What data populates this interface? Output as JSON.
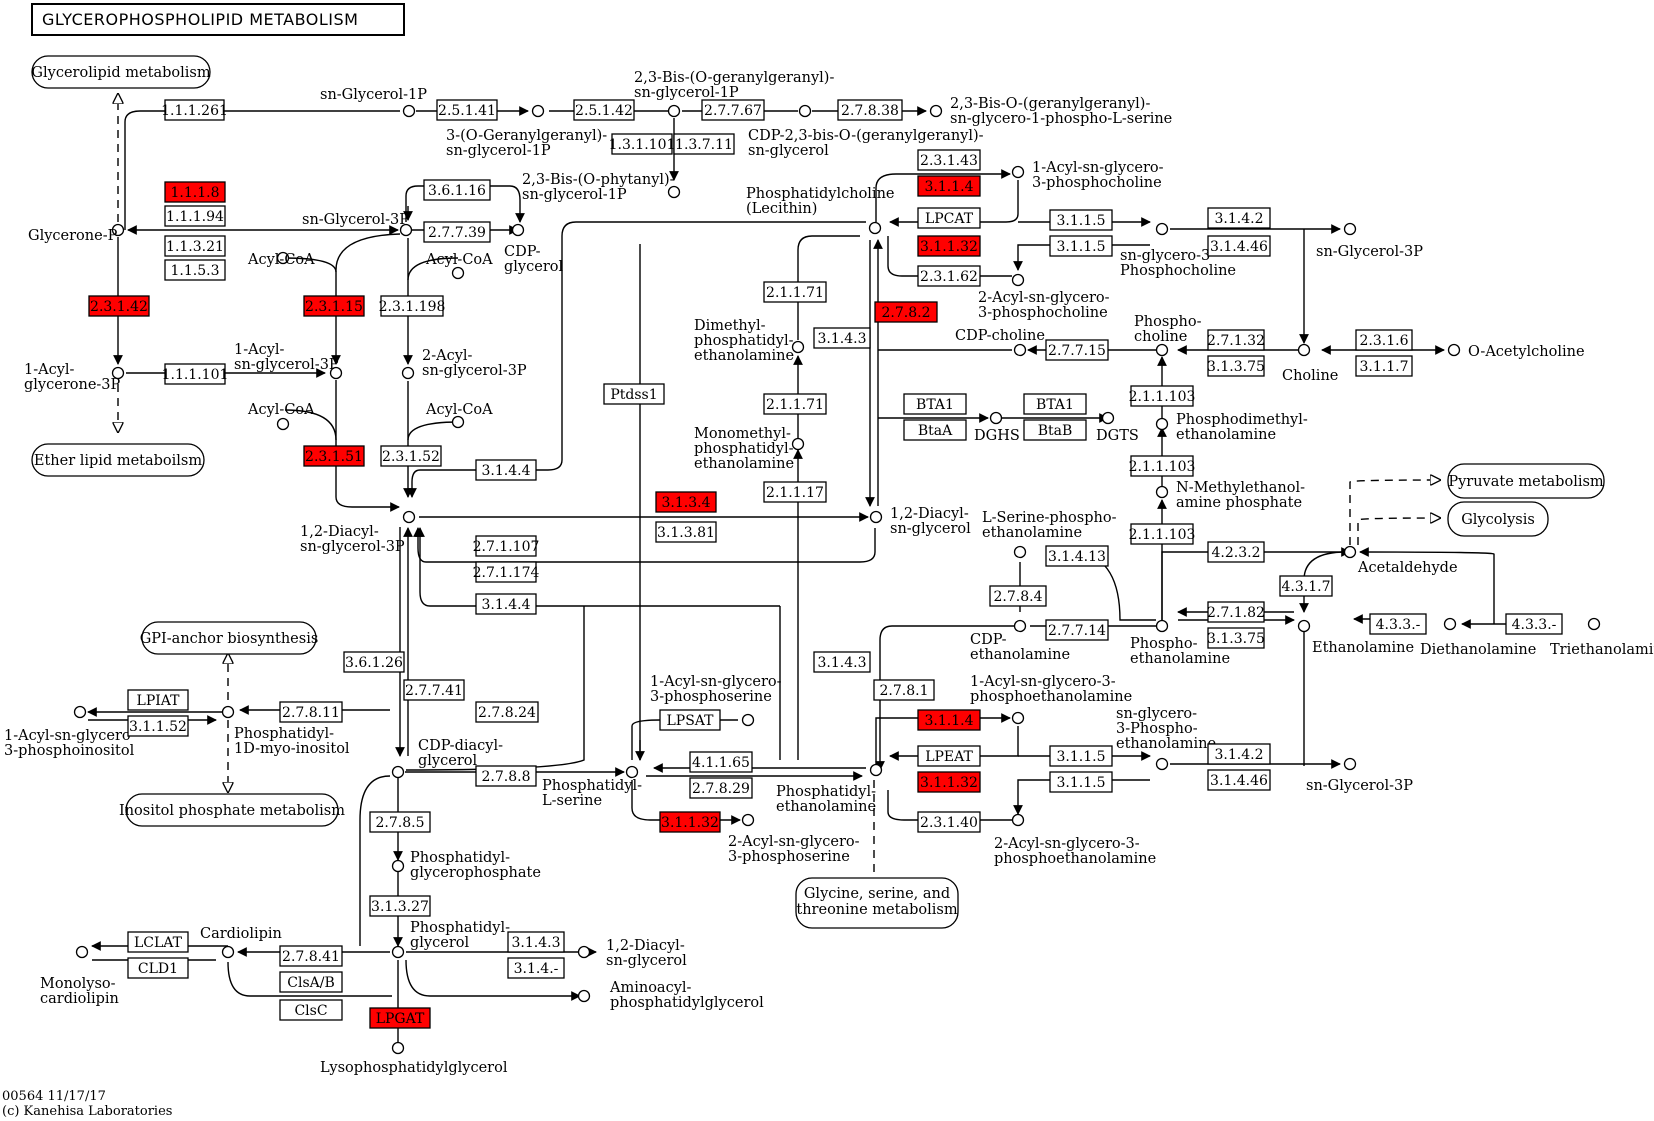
{
  "title": "GLYCEROPHOSPHOLIPID METABOLISM",
  "footer": [
    "00564 11/17/17",
    "(c) Kanehisa Laboratories"
  ],
  "colors": {
    "highlight": "#ff0000",
    "normal": "#ffffff",
    "line": "#000000"
  },
  "maps": [
    {
      "id": "glycerolipid",
      "label": "Glycerolipid metabolism"
    },
    {
      "id": "ether",
      "label": "Ether lipid metaboilsm"
    },
    {
      "id": "gpi",
      "label": "GPI-anchor biosynthesis"
    },
    {
      "id": "inositol",
      "label": "Inositol phosphate metabolism"
    },
    {
      "id": "glycine",
      "label": [
        "Glycine, serine, and",
        "threonine metabolism"
      ]
    },
    {
      "id": "pyruvate",
      "label": "Pyruvate metabolism"
    },
    {
      "id": "glycolysis",
      "label": "Glycolysis"
    }
  ],
  "enzymes": [
    {
      "id": "e1",
      "label": "1.1.1.261",
      "highlight": false
    },
    {
      "id": "e2",
      "label": "2.5.1.41",
      "highlight": false
    },
    {
      "id": "e3",
      "label": "2.5.1.42",
      "highlight": false
    },
    {
      "id": "e4",
      "label": "2.7.7.67",
      "highlight": false
    },
    {
      "id": "e5",
      "label": "2.7.8.38",
      "highlight": false
    },
    {
      "id": "e6",
      "label": "1.3.1.101",
      "highlight": false
    },
    {
      "id": "e7",
      "label": "1.3.7.11",
      "highlight": false
    },
    {
      "id": "e8",
      "label": "1.1.1.8",
      "highlight": true
    },
    {
      "id": "e9",
      "label": "1.1.1.94",
      "highlight": false
    },
    {
      "id": "e10",
      "label": "1.1.3.21",
      "highlight": false
    },
    {
      "id": "e11",
      "label": "1.1.5.3",
      "highlight": false
    },
    {
      "id": "e12",
      "label": "3.6.1.16",
      "highlight": false
    },
    {
      "id": "e13",
      "label": "2.7.7.39",
      "highlight": false
    },
    {
      "id": "e14",
      "label": "2.3.1.42",
      "highlight": true
    },
    {
      "id": "e15",
      "label": "2.3.1.15",
      "highlight": true
    },
    {
      "id": "e16",
      "label": "2.3.1.198",
      "highlight": false
    },
    {
      "id": "e17",
      "label": "1.1.1.101",
      "highlight": false
    },
    {
      "id": "e18",
      "label": "2.3.1.51",
      "highlight": true
    },
    {
      "id": "e19",
      "label": "2.3.1.52",
      "highlight": false
    },
    {
      "id": "e20",
      "label": "3.1.4.4",
      "highlight": false
    },
    {
      "id": "e21",
      "label": "2.3.1.43",
      "highlight": false
    },
    {
      "id": "e22",
      "label": "3.1.1.4",
      "highlight": true
    },
    {
      "id": "e23",
      "label": "LPCAT",
      "highlight": false
    },
    {
      "id": "e24",
      "label": "3.1.1.32",
      "highlight": true
    },
    {
      "id": "e25",
      "label": "2.3.1.62",
      "highlight": false
    },
    {
      "id": "e26",
      "label": "3.1.1.5",
      "highlight": false
    },
    {
      "id": "e27",
      "label": "3.1.1.5",
      "highlight": false
    },
    {
      "id": "e28",
      "label": "3.1.4.2",
      "highlight": false
    },
    {
      "id": "e29",
      "label": "3.1.4.46",
      "highlight": false
    },
    {
      "id": "e30",
      "label": "2.1.1.71",
      "highlight": false
    },
    {
      "id": "e31",
      "label": "2.7.8.2",
      "highlight": true
    },
    {
      "id": "e32",
      "label": "3.1.4.3",
      "highlight": false
    },
    {
      "id": "e33",
      "label": "2.7.7.15",
      "highlight": false
    },
    {
      "id": "e34",
      "label": "2.7.1.32",
      "highlight": false
    },
    {
      "id": "e35",
      "label": "3.1.3.75",
      "highlight": false
    },
    {
      "id": "e36",
      "label": "2.3.1.6",
      "highlight": false
    },
    {
      "id": "e37",
      "label": "3.1.1.7",
      "highlight": false
    },
    {
      "id": "e38",
      "label": "Ptdss1",
      "highlight": false
    },
    {
      "id": "e39",
      "label": "2.1.1.71",
      "highlight": false
    },
    {
      "id": "e40",
      "label": "2.1.1.17",
      "highlight": false
    },
    {
      "id": "e41",
      "label": "BTA1",
      "highlight": false
    },
    {
      "id": "e42",
      "label": "BtaA",
      "highlight": false
    },
    {
      "id": "e43",
      "label": "BTA1",
      "highlight": false
    },
    {
      "id": "e44",
      "label": "BtaB",
      "highlight": false
    },
    {
      "id": "e45",
      "label": "2.1.1.103",
      "highlight": false
    },
    {
      "id": "e46",
      "label": "2.1.1.103",
      "highlight": false
    },
    {
      "id": "e47",
      "label": "2.1.1.103",
      "highlight": false
    },
    {
      "id": "e48",
      "label": "3.1.3.4",
      "highlight": true
    },
    {
      "id": "e49",
      "label": "3.1.3.81",
      "highlight": false
    },
    {
      "id": "e50",
      "label": "2.7.1.107",
      "highlight": false
    },
    {
      "id": "e51",
      "label": "2.7.1.174",
      "highlight": false
    },
    {
      "id": "e52",
      "label": "3.1.4.4",
      "highlight": false
    },
    {
      "id": "e53",
      "label": "3.1.4.13",
      "highlight": false
    },
    {
      "id": "e54",
      "label": "4.2.3.2",
      "highlight": false
    },
    {
      "id": "e55",
      "label": "4.3.1.7",
      "highlight": false
    },
    {
      "id": "e56",
      "label": "2.7.8.4",
      "highlight": false
    },
    {
      "id": "e57",
      "label": "2.7.7.14",
      "highlight": false
    },
    {
      "id": "e58",
      "label": "2.7.1.82",
      "highlight": false
    },
    {
      "id": "e59",
      "label": "3.1.3.75",
      "highlight": false
    },
    {
      "id": "e60",
      "label": "4.3.3.-",
      "highlight": false
    },
    {
      "id": "e61",
      "label": "4.3.3.-",
      "highlight": false
    },
    {
      "id": "e62",
      "label": "3.6.1.26",
      "highlight": false
    },
    {
      "id": "e63",
      "label": "3.1.4.3",
      "highlight": false
    },
    {
      "id": "e64",
      "label": "2.7.8.1",
      "highlight": false
    },
    {
      "id": "e65",
      "label": "LPIAT",
      "highlight": false
    },
    {
      "id": "e66",
      "label": "3.1.1.52",
      "highlight": false
    },
    {
      "id": "e67",
      "label": "2.7.8.11",
      "highlight": false
    },
    {
      "id": "e68",
      "label": "2.7.7.41",
      "highlight": false
    },
    {
      "id": "e69",
      "label": "2.7.8.24",
      "highlight": false
    },
    {
      "id": "e70",
      "label": "LPSAT",
      "highlight": false
    },
    {
      "id": "e71",
      "label": "4.1.1.65",
      "highlight": false
    },
    {
      "id": "e72",
      "label": "2.7.8.29",
      "highlight": false
    },
    {
      "id": "e73",
      "label": "3.1.1.4",
      "highlight": true
    },
    {
      "id": "e74",
      "label": "LPEAT",
      "highlight": false
    },
    {
      "id": "e75",
      "label": "3.1.1.32",
      "highlight": true
    },
    {
      "id": "e76",
      "label": "2.3.1.40",
      "highlight": false
    },
    {
      "id": "e77",
      "label": "3.1.1.5",
      "highlight": false
    },
    {
      "id": "e78",
      "label": "3.1.1.5",
      "highlight": false
    },
    {
      "id": "e79",
      "label": "3.1.4.2",
      "highlight": false
    },
    {
      "id": "e80",
      "label": "3.1.4.46",
      "highlight": false
    },
    {
      "id": "e81",
      "label": "2.7.8.8",
      "highlight": false
    },
    {
      "id": "e82",
      "label": "3.1.1.32",
      "highlight": true
    },
    {
      "id": "e83",
      "label": "2.7.8.5",
      "highlight": false
    },
    {
      "id": "e84",
      "label": "3.1.3.27",
      "highlight": false
    },
    {
      "id": "e85",
      "label": "LCLAT",
      "highlight": false
    },
    {
      "id": "e86",
      "label": "CLD1",
      "highlight": false
    },
    {
      "id": "e87",
      "label": "2.7.8.41",
      "highlight": false
    },
    {
      "id": "e88",
      "label": "ClsA/B",
      "highlight": false
    },
    {
      "id": "e89",
      "label": "ClsC",
      "highlight": false
    },
    {
      "id": "e90",
      "label": "3.1.4.3",
      "highlight": false
    },
    {
      "id": "e91",
      "label": "3.1.4.-",
      "highlight": false
    },
    {
      "id": "e92",
      "label": "LPGAT",
      "highlight": true
    }
  ],
  "compounds": [
    {
      "id": "c1",
      "label": [
        "sn-Glycerol-1P"
      ]
    },
    {
      "id": "c2",
      "label": [
        "2,3-Bis-(O-geranylgeranyl)-",
        "sn-glycerol-1P"
      ]
    },
    {
      "id": "c3",
      "label": [
        "2,3-Bis-O-(geranylgeranyl)-",
        "sn-glycero-1-phospho-L-serine"
      ]
    },
    {
      "id": "c4",
      "label": [
        "3-(O-Geranylgeranyl)-",
        "sn-glycerol-1P"
      ]
    },
    {
      "id": "c5",
      "label": [
        "CDP-2,3-bis-O-(geranylgeranyl)-",
        "sn-glycerol"
      ]
    },
    {
      "id": "c6",
      "label": [
        "2,3-Bis-(O-phytanyl)-",
        "sn-glycerol-1P"
      ]
    },
    {
      "id": "c7",
      "label": [
        "Glycerone-P"
      ]
    },
    {
      "id": "c8",
      "label": [
        "sn-Glycerol-3P"
      ]
    },
    {
      "id": "c9",
      "label": [
        "CDP-",
        "glycerol"
      ]
    },
    {
      "id": "c10",
      "label": [
        "Acyl-CoA"
      ]
    },
    {
      "id": "c11",
      "label": [
        "Acyl-CoA"
      ]
    },
    {
      "id": "c12",
      "label": [
        "1-Acyl-",
        "glycerone-3P"
      ]
    },
    {
      "id": "c13",
      "label": [
        "1-Acyl-",
        "sn-glycerol-3P"
      ]
    },
    {
      "id": "c14",
      "label": [
        "2-Acyl-",
        "sn-glycerol-3P"
      ]
    },
    {
      "id": "c15",
      "label": [
        "Acyl-CoA"
      ]
    },
    {
      "id": "c16",
      "label": [
        "Acyl-CoA"
      ]
    },
    {
      "id": "c17",
      "label": [
        "1,2-Diacyl-",
        "sn-glycerol-3P"
      ]
    },
    {
      "id": "c18",
      "label": [
        "Phosphatidylcholine",
        "(Lecithin)"
      ]
    },
    {
      "id": "c19",
      "label": [
        "1-Acyl-sn-glycero-",
        "3-phosphocholine"
      ]
    },
    {
      "id": "c20",
      "label": [
        "2-Acyl-sn-glycero-",
        "3-phosphocholine"
      ]
    },
    {
      "id": "c21",
      "label": [
        "sn-glycero-3-",
        "Phosphocholine"
      ]
    },
    {
      "id": "c22",
      "label": [
        "sn-Glycerol-3P"
      ]
    },
    {
      "id": "c23",
      "label": [
        "Dimethyl-",
        "phosphatidyl-",
        "ethanolamine"
      ]
    },
    {
      "id": "c24",
      "label": [
        "CDP-choline"
      ]
    },
    {
      "id": "c25",
      "label": [
        "Phospho-",
        "choline"
      ]
    },
    {
      "id": "c26",
      "label": [
        "Choline"
      ]
    },
    {
      "id": "c27",
      "label": [
        "O-Acetylcholine"
      ]
    },
    {
      "id": "c28",
      "label": [
        "Monomethyl-",
        "phosphatidyl-",
        "ethanolamine"
      ]
    },
    {
      "id": "c29",
      "label": [
        "DGHS"
      ]
    },
    {
      "id": "c30",
      "label": [
        "DGTS"
      ]
    },
    {
      "id": "c31",
      "label": [
        "Phosphodimethyl-",
        "ethanolamine"
      ]
    },
    {
      "id": "c32",
      "label": [
        "N-Methylethanol-",
        "amine phosphate"
      ]
    },
    {
      "id": "c33",
      "label": [
        "1,2-Diacyl-",
        "sn-glycerol"
      ]
    },
    {
      "id": "c34",
      "label": [
        "L-Serine-phospho-",
        "ethanolamine"
      ]
    },
    {
      "id": "c35",
      "label": [
        "Acetaldehyde"
      ]
    },
    {
      "id": "c36",
      "label": [
        "CDP-",
        "ethanolamine"
      ]
    },
    {
      "id": "c37",
      "label": [
        "Phospho-",
        "ethanolamine"
      ]
    },
    {
      "id": "c38",
      "label": [
        "Ethanolamine"
      ]
    },
    {
      "id": "c39",
      "label": [
        "Diethanolamine"
      ]
    },
    {
      "id": "c40",
      "label": [
        "Triethanolamine"
      ]
    },
    {
      "id": "c41",
      "label": [
        "1-Acyl-sn-glycero-",
        "3-phosphoinositol"
      ]
    },
    {
      "id": "c42",
      "label": [
        "Phosphatidyl-",
        "1D-myo-inositol"
      ]
    },
    {
      "id": "c43",
      "label": [
        "CDP-diacyl-",
        "glycerol"
      ]
    },
    {
      "id": "c44",
      "label": [
        "1-Acyl-sn-glycero-",
        "3-phosphoserine"
      ]
    },
    {
      "id": "c45",
      "label": [
        "Phosphatidyl-",
        "L-serine"
      ]
    },
    {
      "id": "c46",
      "label": [
        "2-Acyl-sn-glycero-",
        "3-phosphoserine"
      ]
    },
    {
      "id": "c47",
      "label": [
        "Phosphatidyl-",
        "ethanolamine"
      ]
    },
    {
      "id": "c48",
      "label": [
        "1-Acyl-sn-glycero-3-",
        "phosphoethanolamine"
      ]
    },
    {
      "id": "c49",
      "label": [
        "2-Acyl-sn-glycero-3-",
        "phosphoethanolamine"
      ]
    },
    {
      "id": "c50",
      "label": [
        "sn-glycero-",
        "3-Phospho-",
        "ethanolamine"
      ]
    },
    {
      "id": "c51",
      "label": [
        "sn-Glycerol-3P"
      ]
    },
    {
      "id": "c52",
      "label": [
        "Phosphatidyl-",
        "glycerophosphate"
      ]
    },
    {
      "id": "c53",
      "label": [
        "Cardiolipin"
      ]
    },
    {
      "id": "c54",
      "label": [
        "Monolyso-",
        "cardiolipin"
      ]
    },
    {
      "id": "c55",
      "label": [
        "Phosphatidyl-",
        "glycerol"
      ]
    },
    {
      "id": "c56",
      "label": [
        "1,2-Diacyl-",
        "sn-glycerol"
      ]
    },
    {
      "id": "c57",
      "label": [
        "Aminoacyl-",
        "phosphatidylglycerol"
      ]
    },
    {
      "id": "c58",
      "label": [
        "Lysophosphatidylglycerol"
      ]
    }
  ]
}
